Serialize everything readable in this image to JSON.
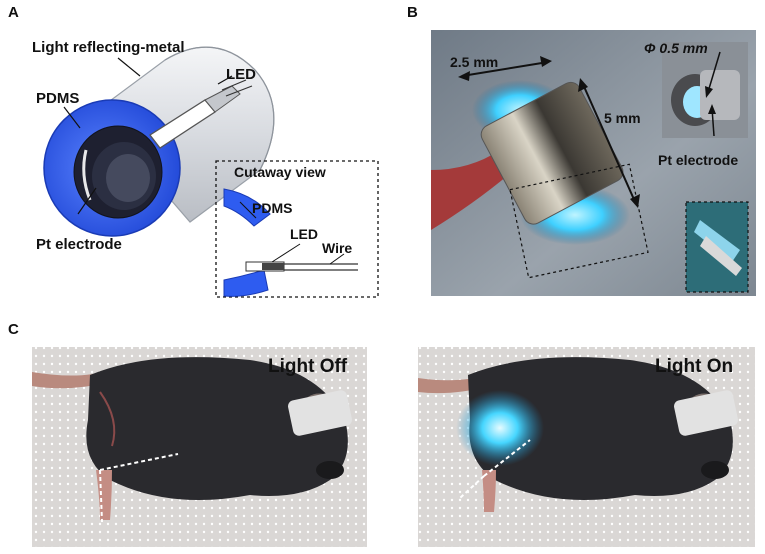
{
  "panels": {
    "a": {
      "letter": "A",
      "labels": {
        "light_reflecting_metal": "Light reflecting-metal",
        "led": "LED",
        "pdms": "PDMS",
        "pt_electrode": "Pt electrode"
      },
      "cutaway": {
        "title": "Cutaway view",
        "pdms": "PDMS",
        "led": "LED",
        "wire": "Wire"
      }
    },
    "b": {
      "letter": "B",
      "labels": {
        "width": "2.5 mm",
        "length": "5 mm",
        "diameter": "Φ 0.5 mm",
        "pt_electrode": "Pt electrode"
      }
    },
    "c": {
      "letter": "C",
      "left_label": "Light Off",
      "right_label": "Light On"
    }
  },
  "colors": {
    "pdms_blue": "#2e5cf0",
    "metal_gray": "#c9ccd1",
    "led_glow": "#3fd0ff",
    "mouse_fur": "#2a2a2e",
    "pad_background": "#d9d6d4"
  }
}
